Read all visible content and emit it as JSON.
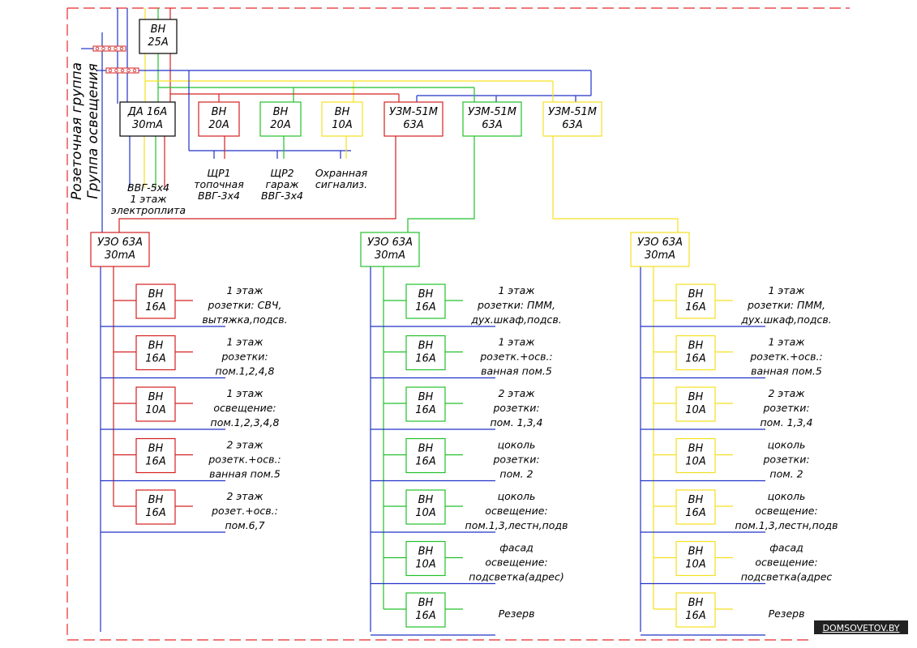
{
  "colors": {
    "frame": "#e8282b",
    "neutral": "#2233c8",
    "red_phase": "#d42020",
    "green_phase": "#22c02a",
    "yellow_phase": "#f5e020",
    "box": "#000000",
    "watermark_bg": "#222222"
  },
  "side_labels": {
    "outlets": "Розеточная группа",
    "lighting": "Группа освещения"
  },
  "main_switch": {
    "line1": "ВН",
    "line2": "25А"
  },
  "top_breakers": [
    {
      "id": "da",
      "line1": "ДА  16А",
      "line2": "30mA"
    },
    {
      "id": "vn20a",
      "line1": "ВН",
      "line2": "20А"
    },
    {
      "id": "vn20b",
      "line1": "ВН",
      "line2": "20А"
    },
    {
      "id": "vn10",
      "line1": "ВН",
      "line2": "10А"
    },
    {
      "id": "uzm1",
      "line1": "УЗМ-51М",
      "line2": "63А"
    },
    {
      "id": "uzm2",
      "line1": "УЗМ-51М",
      "line2": "63А"
    },
    {
      "id": "uzm3",
      "line1": "УЗМ-51М",
      "line2": "63А"
    }
  ],
  "top_labels": [
    {
      "lines": [
        "ВВГ-5х4",
        "1 этаж",
        "электроплита"
      ]
    },
    {
      "lines": [
        "ЩР1",
        "топочная",
        "ВВГ-3х4"
      ]
    },
    {
      "lines": [
        "ЩР2",
        "гараж",
        "ВВГ-3х4"
      ]
    },
    {
      "lines": [
        "Охранная",
        "сигнализ."
      ]
    }
  ],
  "groups": [
    {
      "uzo": {
        "line1": "УЗО 63А",
        "line2": "30mA"
      },
      "breakers": [
        {
          "line1": "ВН",
          "line2": "16А",
          "label": [
            "1 этаж",
            "розетки: СВЧ,",
            "вытяжка,подсв."
          ]
        },
        {
          "line1": "ВН",
          "line2": "16А",
          "label": [
            "1 этаж",
            "розетки:",
            "пом.1,2,4,8"
          ]
        },
        {
          "line1": "ВН",
          "line2": "10А",
          "label": [
            "1 этаж",
            "освещение:",
            "пом.1,2,3,4,8"
          ]
        },
        {
          "line1": "ВН",
          "line2": "16А",
          "label": [
            "2 этаж",
            "розетк.+осв.:",
            "ванная пом.5"
          ]
        },
        {
          "line1": "ВН",
          "line2": "16А",
          "label": [
            "2 этаж",
            "розет.+осв.:",
            "пом.6,7"
          ]
        }
      ]
    },
    {
      "uzo": {
        "line1": "УЗО 63А",
        "line2": "30mA"
      },
      "breakers": [
        {
          "line1": "ВН",
          "line2": "16А",
          "label": [
            "1 этаж",
            "розетки: ПММ,",
            "дух.шкаф,подсв."
          ]
        },
        {
          "line1": "ВН",
          "line2": "16А",
          "label": [
            "1 этаж",
            "розетк.+осв.:",
            "ванная пом.5"
          ]
        },
        {
          "line1": "ВН",
          "line2": "16А",
          "label": [
            "2 этаж",
            "розетки:",
            "пом.  1,3,4"
          ]
        },
        {
          "line1": "ВН",
          "line2": "16А",
          "label": [
            "цоколь",
            "розетки:",
            "пом.  2"
          ]
        },
        {
          "line1": "ВН",
          "line2": "10А",
          "label": [
            "цоколь",
            "освещение:",
            "пом.1,3,лестн,подв"
          ]
        },
        {
          "line1": "ВН",
          "line2": "10А",
          "label": [
            "фасад",
            "освещение:",
            "подсветка(адрес)"
          ]
        },
        {
          "line1": "ВН",
          "line2": "16А",
          "label": [
            "Резерв"
          ]
        }
      ]
    },
    {
      "uzo": {
        "line1": "УЗО 63А",
        "line2": "30mA"
      },
      "breakers": [
        {
          "line1": "ВН",
          "line2": "16А",
          "label": [
            "1 этаж",
            "розетки: ПММ,",
            "дух.шкаф,подсв."
          ]
        },
        {
          "line1": "ВН",
          "line2": "16А",
          "label": [
            "1 этаж",
            "розетк.+осв.:",
            "ванная пом.5"
          ]
        },
        {
          "line1": "ВН",
          "line2": "10А",
          "label": [
            "2 этаж",
            "розетки:",
            "пом.  1,3,4"
          ]
        },
        {
          "line1": "ВН",
          "line2": "10А",
          "label": [
            "цоколь",
            "розетки:",
            "пом.  2"
          ]
        },
        {
          "line1": "ВН",
          "line2": "16А",
          "label": [
            "цоколь",
            "освещение:",
            "пом.1,3,лестн,подв"
          ]
        },
        {
          "line1": "ВН",
          "line2": "10А",
          "label": [
            "фасад",
            "освещение:",
            "подсветка(адрес"
          ]
        },
        {
          "line1": "ВН",
          "line2": "16А",
          "label": [
            "Резерв"
          ]
        }
      ]
    }
  ],
  "watermark": "DOMSOVETOV.BY"
}
